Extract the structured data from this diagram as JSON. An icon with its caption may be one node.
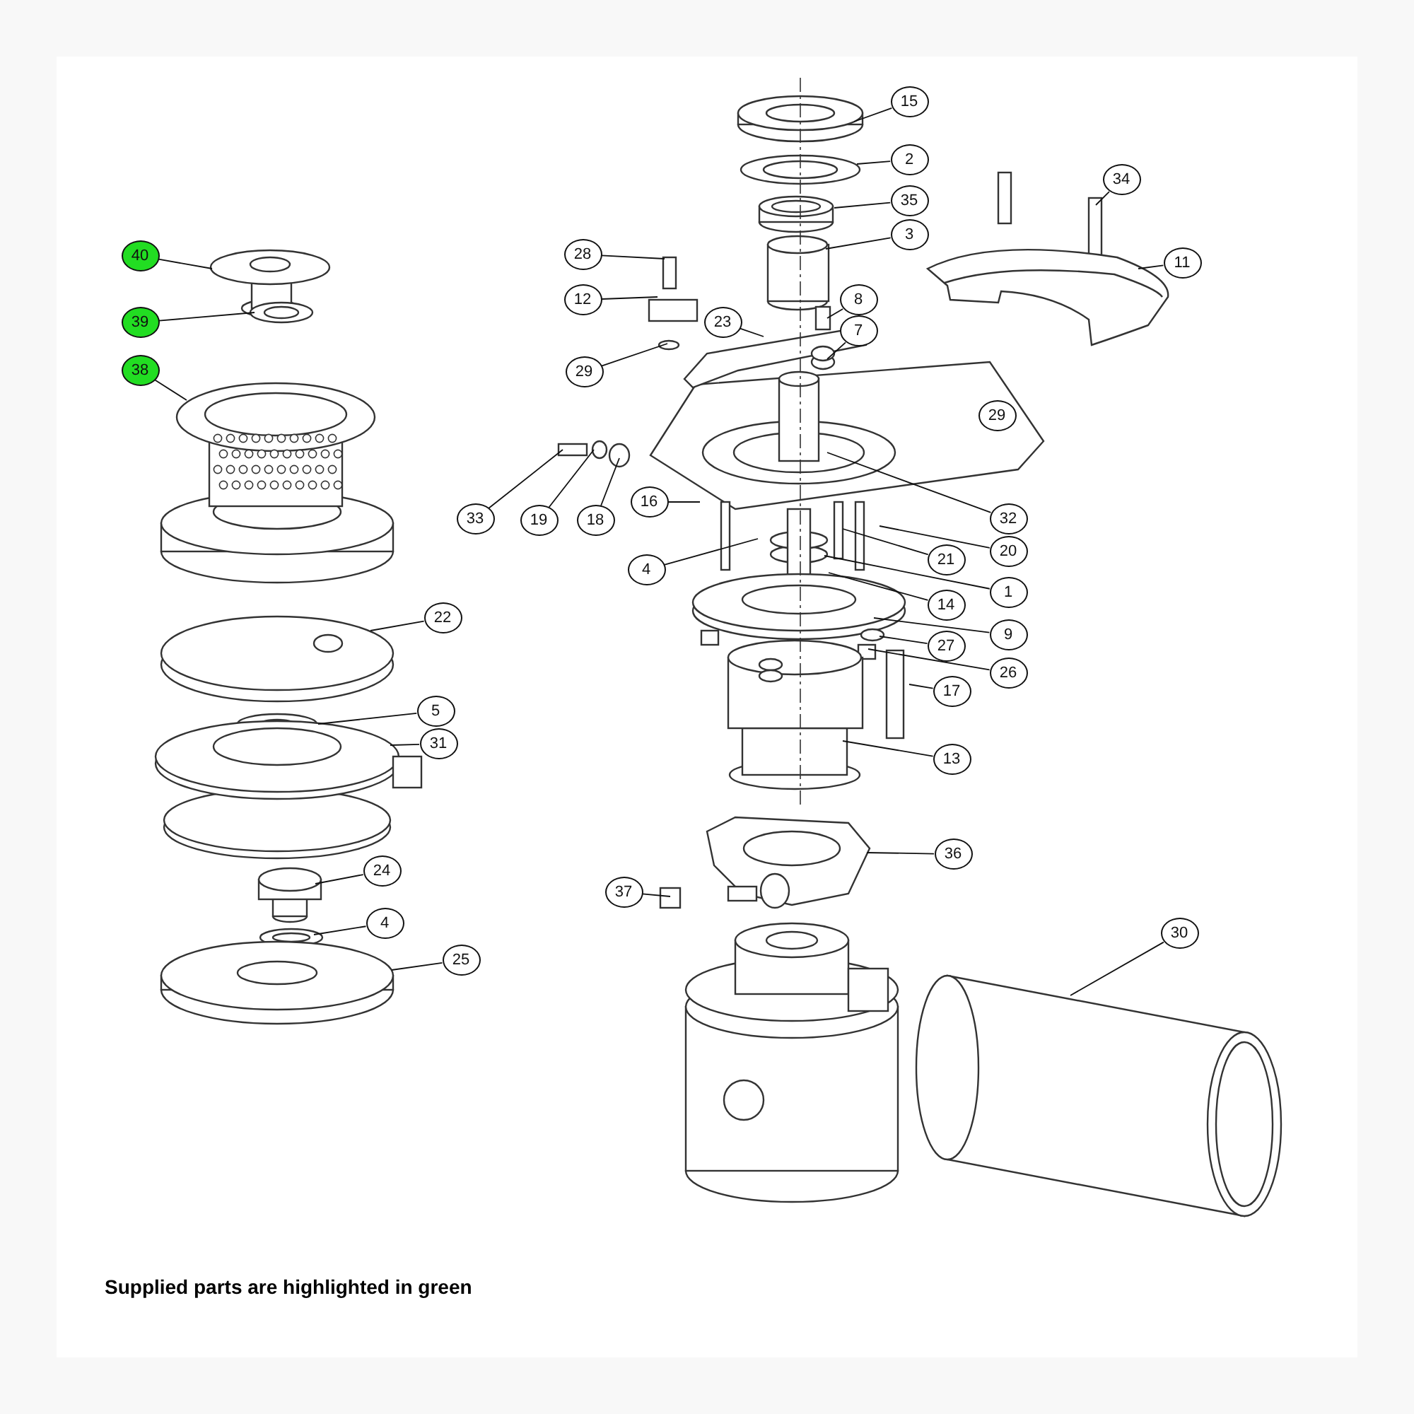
{
  "diagram": {
    "caption": "Supplied parts are highlighted in green",
    "nodes": [
      {
        "text": [
          "40"
        ]
      },
      {
        "text": [
          "39"
        ]
      },
      {
        "text": [
          "38"
        ]
      },
      {
        "text": [
          "15"
        ]
      },
      {
        "text": [
          "2"
        ]
      },
      {
        "text": [
          "35"
        ]
      },
      {
        "text": [
          "3"
        ]
      },
      {
        "text": [
          "34"
        ]
      },
      {
        "text": [
          "11"
        ]
      },
      {
        "text": [
          "28"
        ]
      },
      {
        "text": [
          "12"
        ]
      },
      {
        "text": [
          "8"
        ]
      },
      {
        "text": [
          "23"
        ]
      },
      {
        "text": [
          "7"
        ]
      },
      {
        "text": [
          "29"
        ]
      },
      {
        "text": [
          "29"
        ]
      },
      {
        "text": [
          "33"
        ]
      },
      {
        "text": [
          "19"
        ]
      },
      {
        "text": [
          "18"
        ]
      },
      {
        "text": [
          "16"
        ]
      },
      {
        "text": [
          "32"
        ]
      },
      {
        "text": [
          "20"
        ]
      },
      {
        "text": [
          "21"
        ]
      },
      {
        "text": [
          "4"
        ]
      },
      {
        "text": [
          "1"
        ]
      },
      {
        "text": [
          "14"
        ]
      },
      {
        "text": [
          "9"
        ]
      },
      {
        "text": [
          "27"
        ]
      },
      {
        "text": [
          "26"
        ]
      },
      {
        "text": [
          "17"
        ]
      },
      {
        "text": [
          "13"
        ]
      },
      {
        "text": [
          "22"
        ]
      },
      {
        "text": [
          "5"
        ]
      },
      {
        "text": [
          "31"
        ]
      },
      {
        "text": [
          "36"
        ]
      },
      {
        "text": [
          "37"
        ]
      },
      {
        "text": [
          "24"
        ]
      },
      {
        "text": [
          "4"
        ]
      },
      {
        "text": [
          "25"
        ]
      },
      {
        "text": [
          "30"
        ]
      }
    ],
    "edges": [
      {
        "from": 0,
        "to": null,
        "arrow": "none"
      },
      {
        "from": 1,
        "to": null,
        "arrow": "none"
      },
      {
        "from": 2,
        "to": null,
        "arrow": "none"
      },
      {
        "from": 3,
        "to": null,
        "arrow": "none"
      },
      {
        "from": 4,
        "to": null,
        "arrow": "none"
      },
      {
        "from": 5,
        "to": null,
        "arrow": "none"
      },
      {
        "from": 6,
        "to": null,
        "arrow": "none"
      },
      {
        "from": 7,
        "to": null,
        "arrow": "none"
      },
      {
        "from": 8,
        "to": null,
        "arrow": "none"
      },
      {
        "from": 9,
        "to": null,
        "arrow": "none"
      },
      {
        "from": 10,
        "to": null,
        "arrow": "none"
      },
      {
        "from": 11,
        "to": null,
        "arrow": "none"
      },
      {
        "from": 12,
        "to": null,
        "arrow": "none"
      },
      {
        "from": 13,
        "to": null,
        "arrow": "none"
      },
      {
        "from": 14,
        "to": null,
        "arrow": "none"
      },
      {
        "from": 16,
        "to": null,
        "arrow": "none"
      },
      {
        "from": 17,
        "to": null,
        "arrow": "none"
      },
      {
        "from": 18,
        "to": null,
        "arrow": "none"
      },
      {
        "from": 19,
        "to": null,
        "arrow": "none"
      },
      {
        "from": 20,
        "to": null,
        "arrow": "none"
      },
      {
        "from": 21,
        "to": null,
        "arrow": "none"
      },
      {
        "from": 22,
        "to": null,
        "arrow": "none"
      },
      {
        "from": 23,
        "to": null,
        "arrow": "none"
      },
      {
        "from": 24,
        "to": null,
        "arrow": "none"
      },
      {
        "from": 25,
        "to": null,
        "arrow": "none"
      },
      {
        "from": 26,
        "to": null,
        "arrow": "none"
      },
      {
        "from": 27,
        "to": null,
        "arrow": "none"
      },
      {
        "from": 28,
        "to": null,
        "arrow": "none"
      },
      {
        "from": 29,
        "to": null,
        "arrow": "none"
      },
      {
        "from": 30,
        "to": null,
        "arrow": "none"
      },
      {
        "from": 31,
        "to": null,
        "arrow": "none"
      },
      {
        "from": 32,
        "to": null,
        "arrow": "none"
      },
      {
        "from": 33,
        "to": null,
        "arrow": "none"
      },
      {
        "from": 34,
        "to": null,
        "arrow": "none"
      },
      {
        "from": 35,
        "to": null,
        "arrow": "none"
      },
      {
        "from": 36,
        "to": null,
        "arrow": "none"
      },
      {
        "from": 37,
        "to": null,
        "arrow": "none"
      },
      {
        "from": 38,
        "to": null,
        "arrow": "none"
      },
      {
        "from": 39,
        "to": null,
        "arrow": "none"
      }
    ]
  }
}
